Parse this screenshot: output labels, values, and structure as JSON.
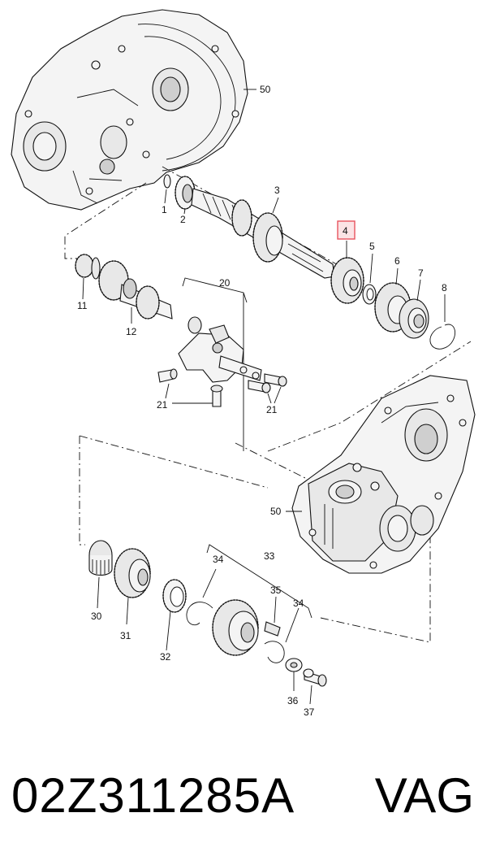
{
  "callouts": {
    "c1": "1",
    "c2": "2",
    "c3": "3",
    "c4": "4",
    "c5": "5",
    "c6": "6",
    "c7": "7",
    "c8": "8",
    "c11": "11",
    "c12": "12",
    "c20": "20",
    "c21a": "21",
    "c21b": "21",
    "c30": "30",
    "c31": "31",
    "c32": "32",
    "c33": "33",
    "c34a": "34",
    "c34b": "34",
    "c35": "35",
    "c36": "36",
    "c37": "37",
    "c50a": "50",
    "c50b": "50"
  },
  "highlight": {
    "callout": "4",
    "color": "#e8545f"
  },
  "footer": {
    "part_number": "02Z311285A",
    "brand": "VAG"
  }
}
